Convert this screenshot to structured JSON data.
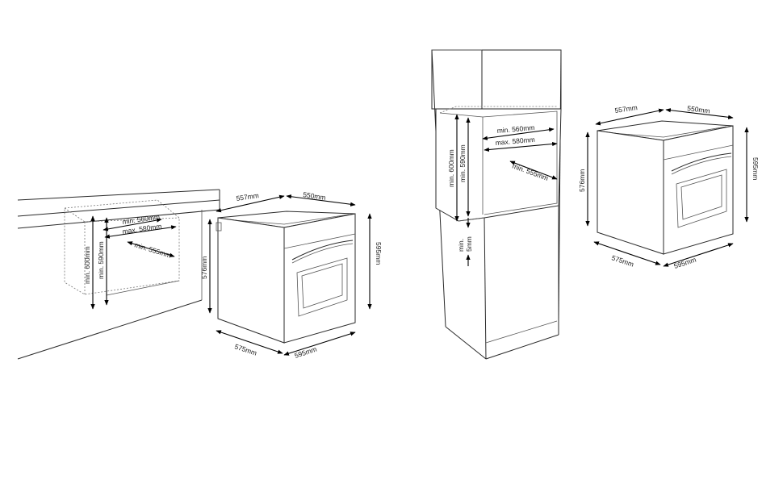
{
  "undercounter": {
    "min_width": "min. 560mm",
    "max_width": "max. 580mm",
    "min_depth": "min. 555mm",
    "min_height_600": "min. 600mm",
    "min_height_590": "min. 590mm"
  },
  "oven_left": {
    "top_depth": "557mm",
    "top_width": "550mm",
    "height": "576mm",
    "front_height": "595mm",
    "base_depth": "575mm",
    "base_width": "595mm"
  },
  "tall_unit": {
    "min_width": "min. 560mm",
    "max_width": "max. 580mm",
    "min_depth": "min. 555mm",
    "min_height_600": "min. 600mm",
    "min_height_590": "min. 590mm",
    "min_gap": "min.\n5mm",
    "min_gap_line1": "min.",
    "min_gap_line2": "5mm"
  },
  "oven_right": {
    "top_depth": "557mm",
    "top_width": "550mm",
    "height": "576mm",
    "front_height": "595mm",
    "base_depth": "575mm",
    "base_width": "595mm"
  }
}
